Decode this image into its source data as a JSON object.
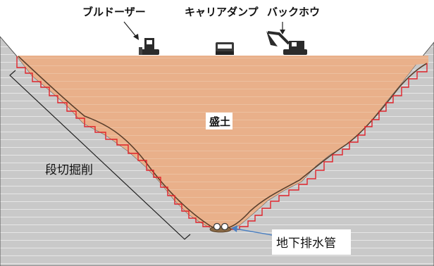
{
  "labels": {
    "bulldozer": "ブルドーザー",
    "carrier_dump": "キャリアダンプ",
    "backhoe": "バックホウ",
    "embankment": "盛土",
    "bench_cut": "段切掘削",
    "drain_pipe": "地下排水管"
  },
  "colors": {
    "ground": "#c9c9c9",
    "ground_stripe": "#e4e4e4",
    "fill": "#e9b08a",
    "fill_stripe": "#eabf9d",
    "bench": "#e0242b",
    "interface": "#5a3f2c",
    "arrow_pipe": "#4a7fc1"
  }
}
